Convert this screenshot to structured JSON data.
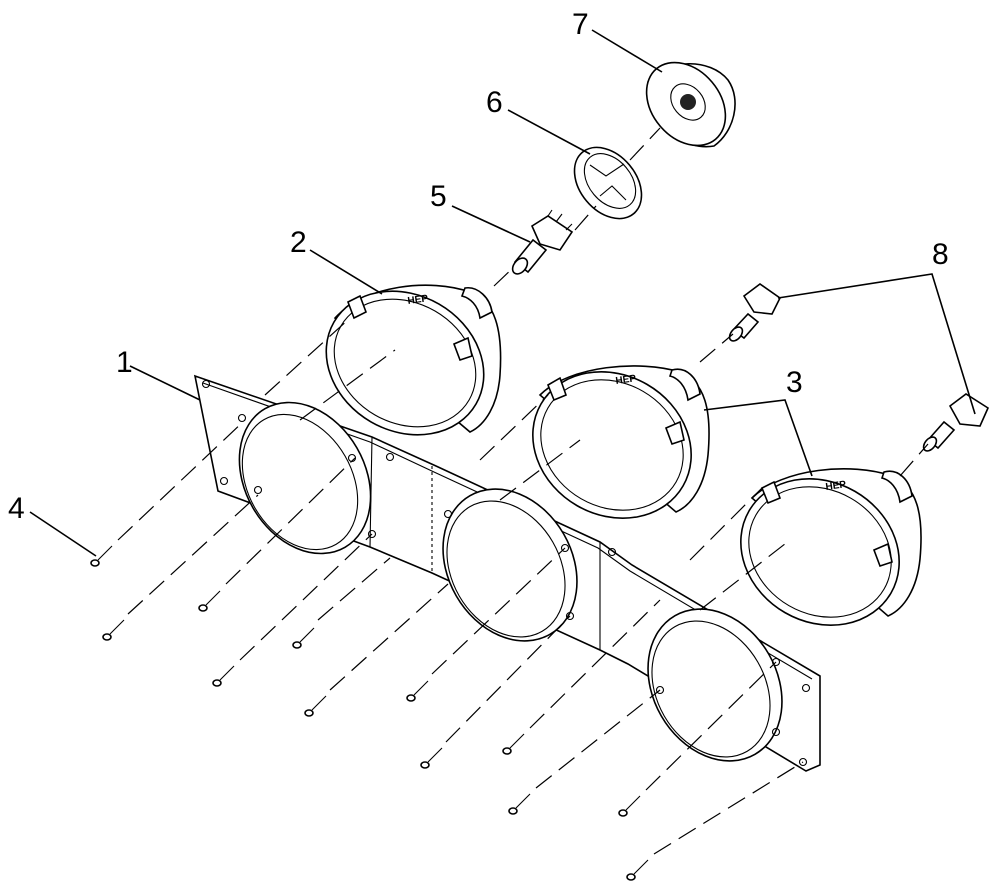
{
  "diagram": {
    "callouts": [
      {
        "id": "1",
        "label": "1",
        "part": "mounting-plate"
      },
      {
        "id": "2",
        "label": "2",
        "part": "headlamp-left"
      },
      {
        "id": "3",
        "label": "3",
        "part": "headlamps-center-right"
      },
      {
        "id": "4",
        "label": "4",
        "part": "screw"
      },
      {
        "id": "5",
        "label": "5",
        "part": "bulb"
      },
      {
        "id": "6",
        "label": "6",
        "part": "bulb-retainer"
      },
      {
        "id": "7",
        "label": "7",
        "part": "dust-cap"
      },
      {
        "id": "8",
        "label": "8",
        "part": "side-bulbs"
      }
    ],
    "lamp_marking": "HEP"
  }
}
